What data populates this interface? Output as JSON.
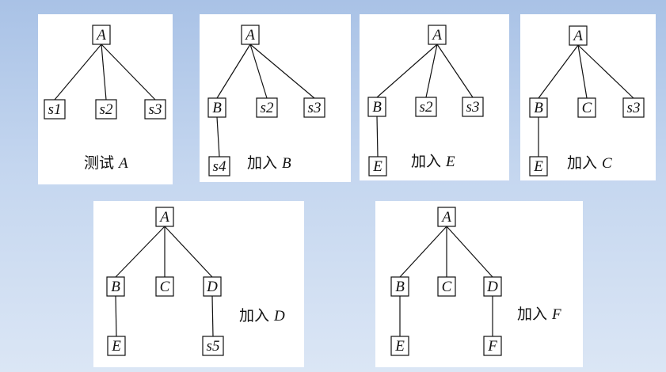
{
  "panels": [
    {
      "id": "test-A",
      "caption_prefix": "测试",
      "caption_var": "A",
      "nodes": [
        {
          "id": "A",
          "label": "A"
        },
        {
          "id": "s1",
          "label": "s1"
        },
        {
          "id": "s2",
          "label": "s2"
        },
        {
          "id": "s3",
          "label": "s3"
        }
      ],
      "edges": [
        [
          "A",
          "s1"
        ],
        [
          "A",
          "s2"
        ],
        [
          "A",
          "s3"
        ]
      ]
    },
    {
      "id": "add-B",
      "caption_prefix": "加入",
      "caption_var": "B",
      "nodes": [
        {
          "id": "A",
          "label": "A"
        },
        {
          "id": "B",
          "label": "B"
        },
        {
          "id": "s2",
          "label": "s2"
        },
        {
          "id": "s3",
          "label": "s3"
        },
        {
          "id": "s4",
          "label": "s4"
        }
      ],
      "edges": [
        [
          "A",
          "B"
        ],
        [
          "A",
          "s2"
        ],
        [
          "A",
          "s3"
        ],
        [
          "B",
          "s4"
        ]
      ]
    },
    {
      "id": "add-E",
      "caption_prefix": "加入",
      "caption_var": "E",
      "nodes": [
        {
          "id": "A",
          "label": "A"
        },
        {
          "id": "B",
          "label": "B"
        },
        {
          "id": "s2",
          "label": "s2"
        },
        {
          "id": "s3",
          "label": "s3"
        },
        {
          "id": "E",
          "label": "E"
        }
      ],
      "edges": [
        [
          "A",
          "B"
        ],
        [
          "A",
          "s2"
        ],
        [
          "A",
          "s3"
        ],
        [
          "B",
          "E"
        ]
      ]
    },
    {
      "id": "add-C",
      "caption_prefix": "加入",
      "caption_var": "C",
      "nodes": [
        {
          "id": "A",
          "label": "A"
        },
        {
          "id": "B",
          "label": "B"
        },
        {
          "id": "C",
          "label": "C"
        },
        {
          "id": "s3",
          "label": "s3"
        },
        {
          "id": "E",
          "label": "E"
        }
      ],
      "edges": [
        [
          "A",
          "B"
        ],
        [
          "A",
          "C"
        ],
        [
          "A",
          "s3"
        ],
        [
          "B",
          "E"
        ]
      ]
    },
    {
      "id": "add-D",
      "caption_prefix": "加入",
      "caption_var": "D",
      "nodes": [
        {
          "id": "A",
          "label": "A"
        },
        {
          "id": "B",
          "label": "B"
        },
        {
          "id": "C",
          "label": "C"
        },
        {
          "id": "D",
          "label": "D"
        },
        {
          "id": "E",
          "label": "E"
        },
        {
          "id": "s5",
          "label": "s5"
        }
      ],
      "edges": [
        [
          "A",
          "B"
        ],
        [
          "A",
          "C"
        ],
        [
          "A",
          "D"
        ],
        [
          "B",
          "E"
        ],
        [
          "D",
          "s5"
        ]
      ]
    },
    {
      "id": "add-F",
      "caption_prefix": "加入",
      "caption_var": "F",
      "nodes": [
        {
          "id": "A",
          "label": "A"
        },
        {
          "id": "B",
          "label": "B"
        },
        {
          "id": "C",
          "label": "C"
        },
        {
          "id": "D",
          "label": "D"
        },
        {
          "id": "E",
          "label": "E"
        },
        {
          "id": "F",
          "label": "F"
        }
      ],
      "edges": [
        [
          "A",
          "B"
        ],
        [
          "A",
          "C"
        ],
        [
          "A",
          "D"
        ],
        [
          "B",
          "E"
        ],
        [
          "D",
          "F"
        ]
      ]
    }
  ]
}
